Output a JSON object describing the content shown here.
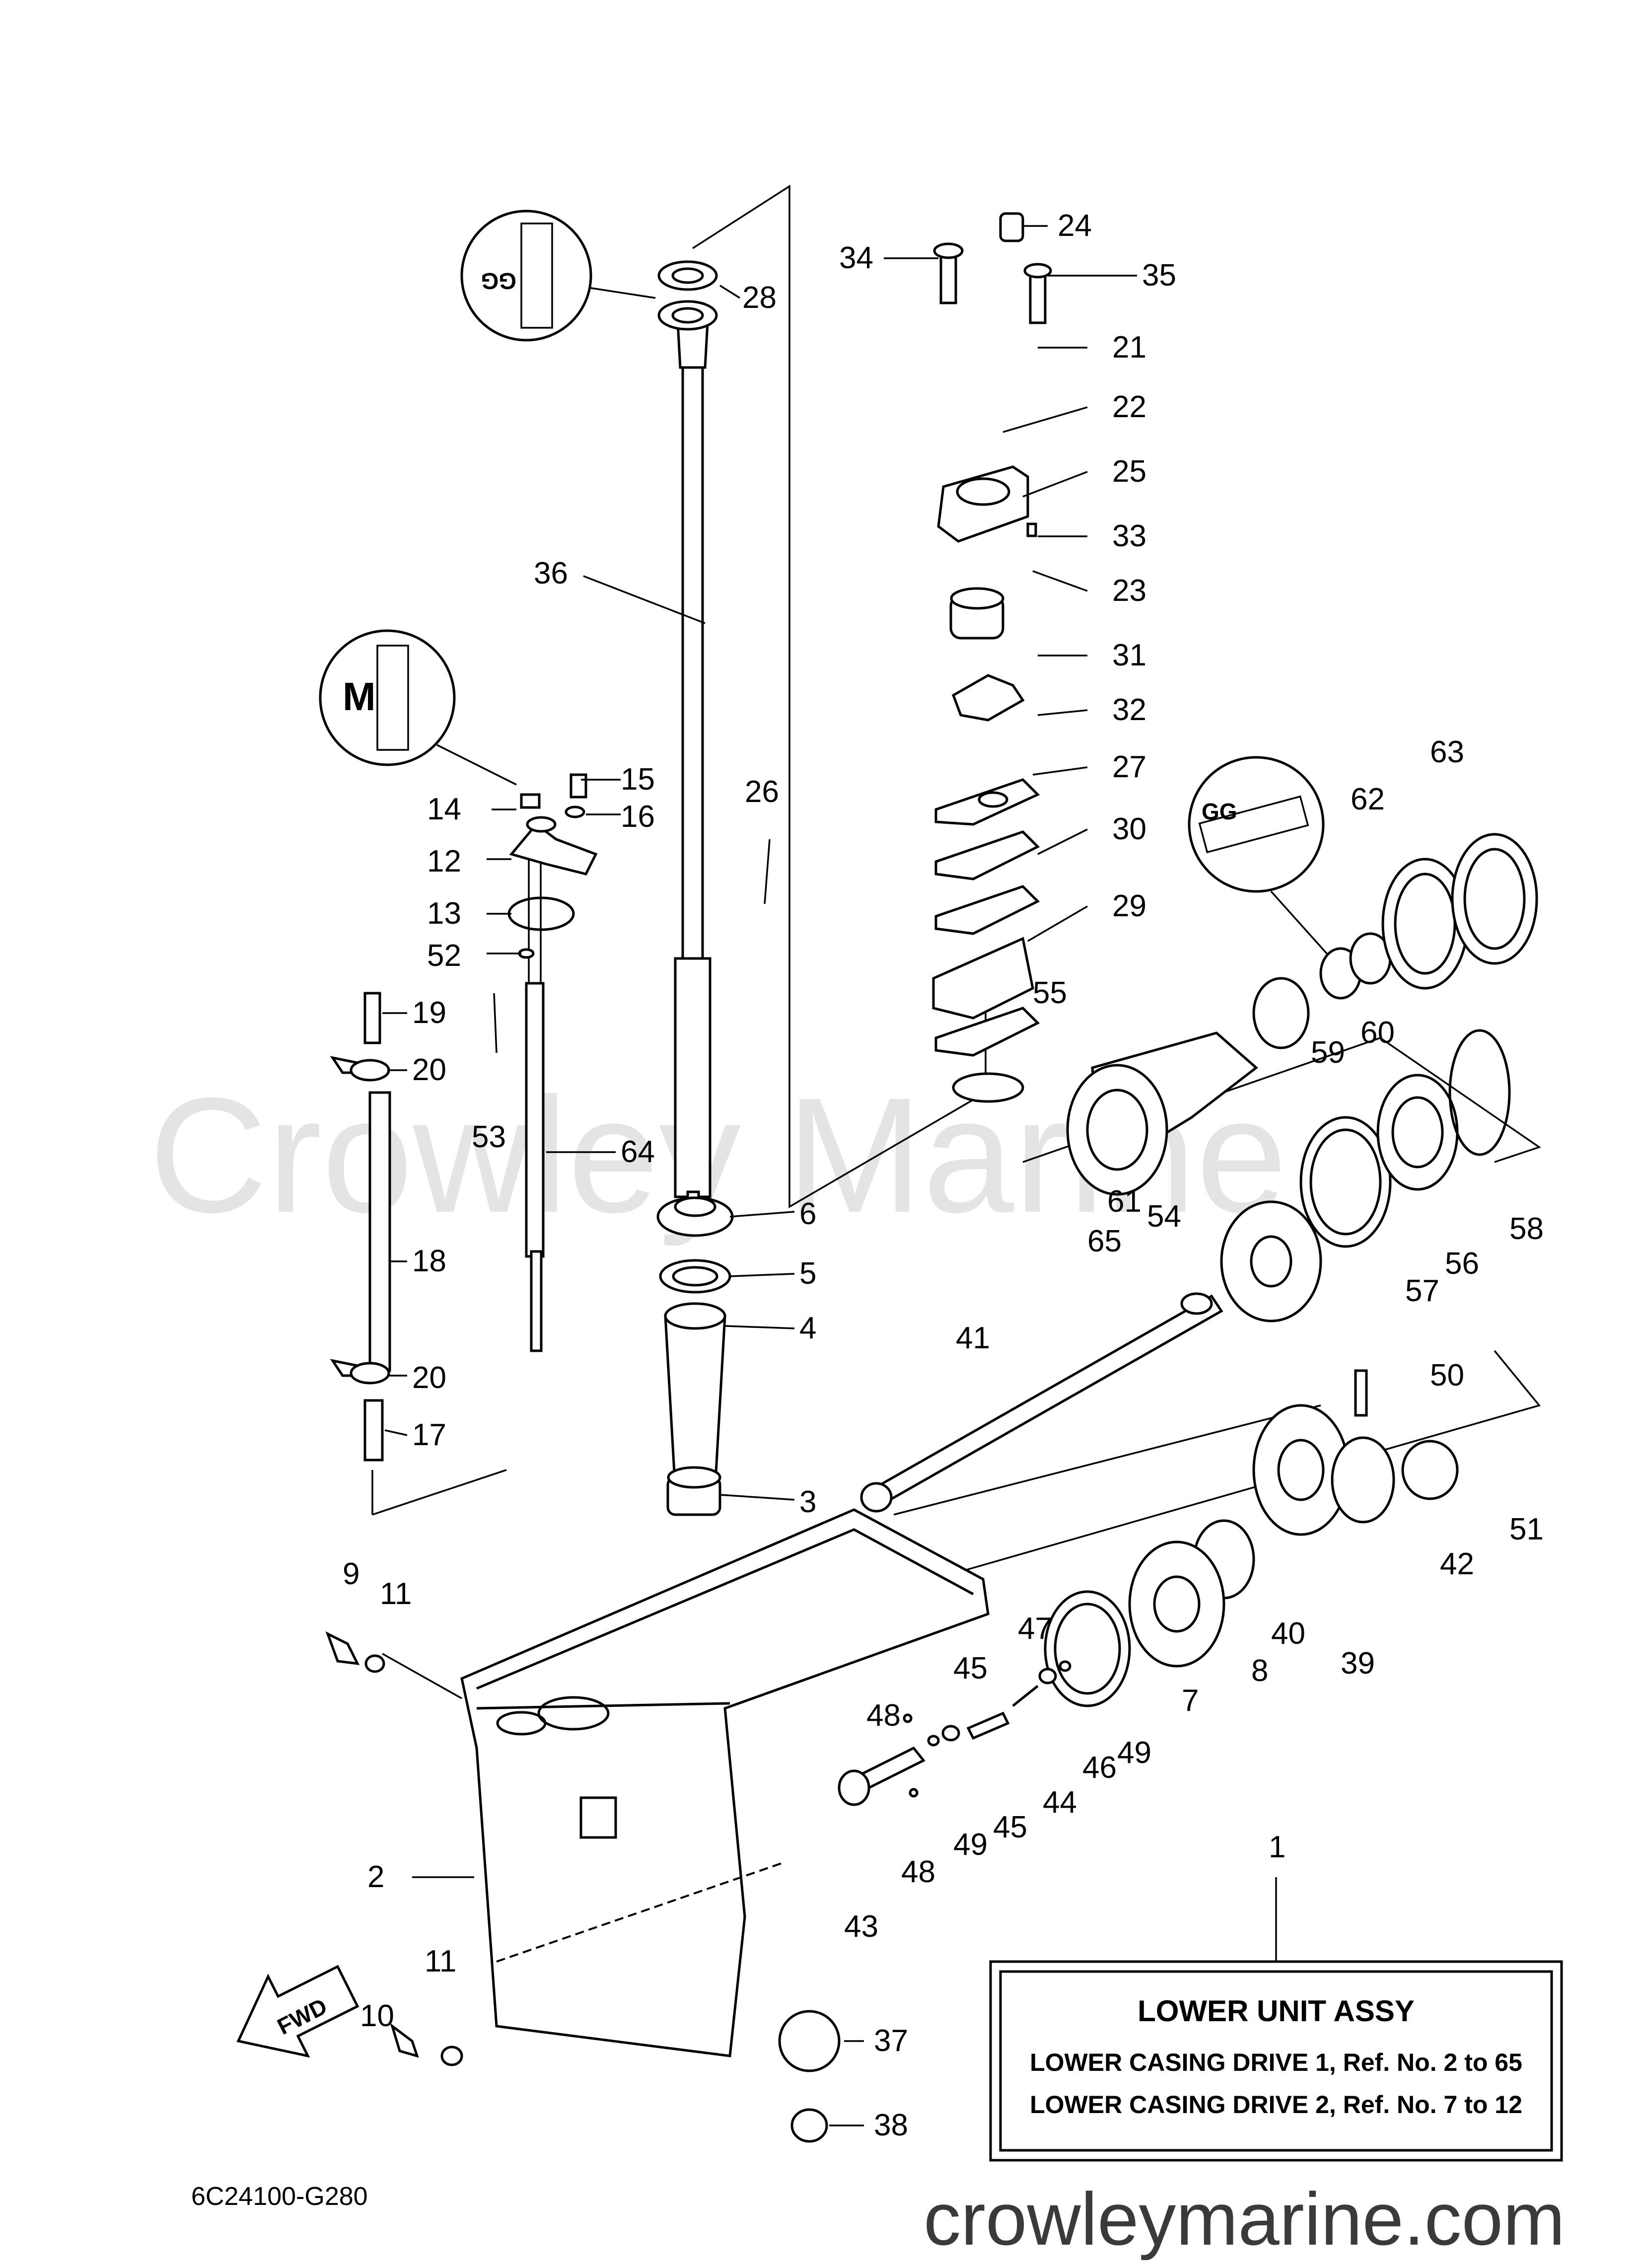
{
  "watermark": "Crowley Marine",
  "footer": {
    "brand": "crowleymarine.com"
  },
  "diagram_code": "6C24100-G280",
  "legend_box": {
    "title": "LOWER UNIT ASSY",
    "line1": "LOWER CASING DRIVE 1,  Ref. No. 2 to 65",
    "line2": "LOWER CASING DRIVE 2,  Ref. No. 7 to 12"
  },
  "fwd_label": "FWD",
  "callouts": [
    {
      "text": "1"
    },
    {
      "text": "2"
    },
    {
      "text": "3"
    },
    {
      "text": "4"
    },
    {
      "text": "5"
    },
    {
      "text": "6"
    },
    {
      "text": "7"
    },
    {
      "text": "8"
    },
    {
      "text": "9"
    },
    {
      "text": "10"
    },
    {
      "text": "11"
    },
    {
      "text": "11"
    },
    {
      "text": "12"
    },
    {
      "text": "13"
    },
    {
      "text": "14"
    },
    {
      "text": "15"
    },
    {
      "text": "16"
    },
    {
      "text": "17"
    },
    {
      "text": "18"
    },
    {
      "text": "19"
    },
    {
      "text": "20"
    },
    {
      "text": "20"
    },
    {
      "text": "21"
    },
    {
      "text": "22"
    },
    {
      "text": "23"
    },
    {
      "text": "24"
    },
    {
      "text": "25"
    },
    {
      "text": "26"
    },
    {
      "text": "27"
    },
    {
      "text": "28"
    },
    {
      "text": "29"
    },
    {
      "text": "30"
    },
    {
      "text": "31"
    },
    {
      "text": "32"
    },
    {
      "text": "33"
    },
    {
      "text": "34"
    },
    {
      "text": "35"
    },
    {
      "text": "36"
    },
    {
      "text": "37"
    },
    {
      "text": "38"
    },
    {
      "text": "39"
    },
    {
      "text": "40"
    },
    {
      "text": "41"
    },
    {
      "text": "42"
    },
    {
      "text": "43"
    },
    {
      "text": "44"
    },
    {
      "text": "45"
    },
    {
      "text": "45"
    },
    {
      "text": "46"
    },
    {
      "text": "47"
    },
    {
      "text": "48"
    },
    {
      "text": "48"
    },
    {
      "text": "49"
    },
    {
      "text": "49"
    },
    {
      "text": "50"
    },
    {
      "text": "51"
    },
    {
      "text": "52"
    },
    {
      "text": "53"
    },
    {
      "text": "54"
    },
    {
      "text": "55"
    },
    {
      "text": "56"
    },
    {
      "text": "57"
    },
    {
      "text": "58"
    },
    {
      "text": "59"
    },
    {
      "text": "60"
    },
    {
      "text": "61"
    },
    {
      "text": "62"
    },
    {
      "text": "63"
    },
    {
      "text": "64"
    },
    {
      "text": "65"
    }
  ]
}
